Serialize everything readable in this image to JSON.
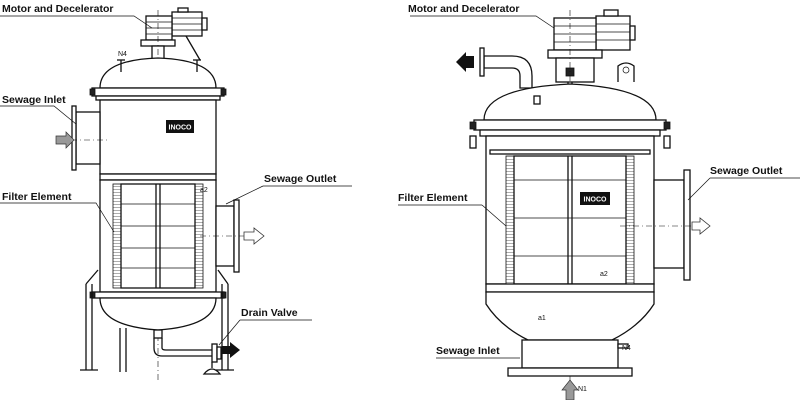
{
  "left_filter": {
    "labels": {
      "motor": "Motor and Decelerator",
      "inlet": "Sewage Inlet",
      "filter": "Filter Element",
      "outlet": "Sewage Outlet",
      "drain": "Drain Valve"
    },
    "brand": "INOCO",
    "nozzle_tags": {
      "n4": "N4",
      "a2": "a2"
    }
  },
  "right_filter": {
    "labels": {
      "motor": "Motor and Decelerator",
      "filter": "Filter Element",
      "outlet": "Sewage Outlet",
      "inlet": "Sewage Inlet"
    },
    "brand": "INOCO",
    "nozzle_tags": {
      "n4": "N4",
      "n1": "N1",
      "a1": "a1",
      "a2": "a2"
    }
  }
}
